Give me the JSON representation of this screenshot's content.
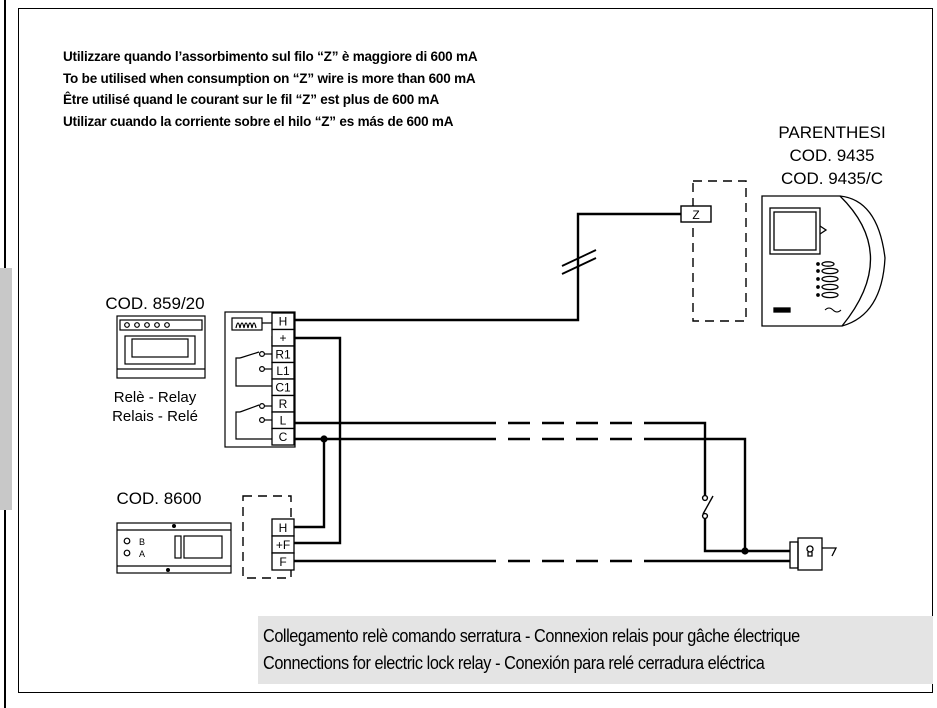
{
  "notes": {
    "it": "Utilizzare quando l’assorbimento sul filo “Z” è maggiore di 600 mA",
    "en": "To be utilised when consumption on “Z” wire is more than 600 mA",
    "fr": "Être utilisé quand le courant sur le fil “Z” est plus de 600 mA",
    "es": "Utilizar cuando la corriente sobre el hilo “Z” es más de 600 mA"
  },
  "parenthesi": {
    "name": "PARENTHESI",
    "code1": "COD. 9435",
    "code2": "COD. 9435/C",
    "terminal": "Z"
  },
  "relay": {
    "code": "COD. 859/20",
    "label_line1": "Relè - Relay",
    "label_line2": "Relais - Relé",
    "terminals": [
      "H",
      "+",
      "R1",
      "L1",
      "C1",
      "R",
      "L",
      "C"
    ]
  },
  "power_supply": {
    "code": "COD. 8600",
    "terminals": [
      "H",
      "+F",
      "F"
    ],
    "panel_labels": [
      "B",
      "A"
    ]
  },
  "caption": {
    "line1": "Collegamento relè comando serratura - Connexion relais pour gâche électrique",
    "line2": "Connections for electric lock relay - Conexión para relé cerradura eléctrica"
  }
}
